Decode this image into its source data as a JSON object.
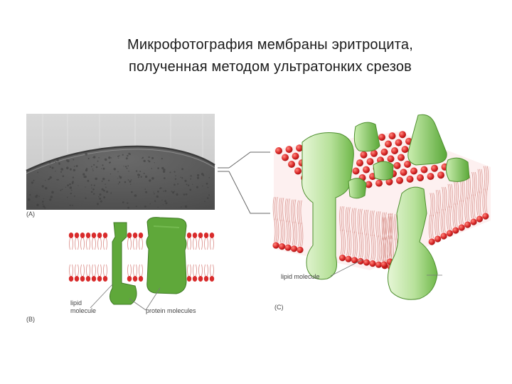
{
  "title": {
    "line1": "Микрофотография мембраны эритроцита,",
    "line2": "полученная методом ультратонких срезов"
  },
  "panels": {
    "a": {
      "tag": "(A)"
    },
    "b": {
      "tag": "(B)",
      "lipid_label_1": "lipid",
      "lipid_label_2": "molecule",
      "protein_label": "protein molecules"
    },
    "c": {
      "tag": "(C)",
      "lipid_label": "lipid molecule"
    }
  },
  "colors": {
    "lipid_head": "#d92b2b",
    "protein": "#5fa83a",
    "protein_light": "#b9e09a",
    "micrograph": "#6e6e6e"
  }
}
